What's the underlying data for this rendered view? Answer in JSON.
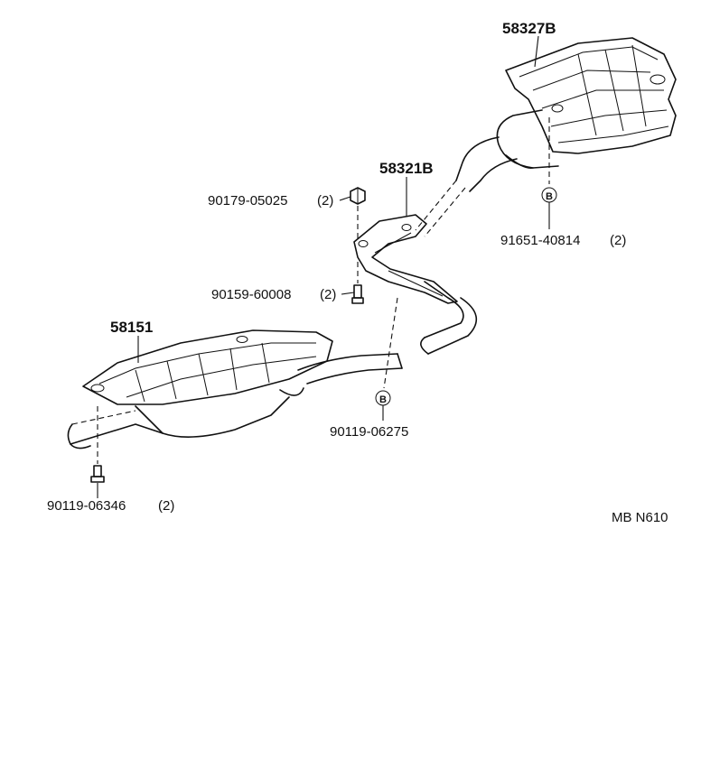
{
  "labels": {
    "heat_insulator_rear": "58327B",
    "bracket": "58321B",
    "heat_insulator_front": "58151",
    "nut": "90179-05025",
    "nut_qty": "(2)",
    "bolt_bracket": "90159-60008",
    "bolt_bracket_qty": "(2)",
    "bolt_rear": "91651-40814",
    "bolt_rear_qty": "(2)",
    "bolt_mid": "90119-06275",
    "bolt_front": "90119-06346",
    "bolt_front_qty": "(2)",
    "callout_letter": "B",
    "drawing_code": "MB N610"
  }
}
